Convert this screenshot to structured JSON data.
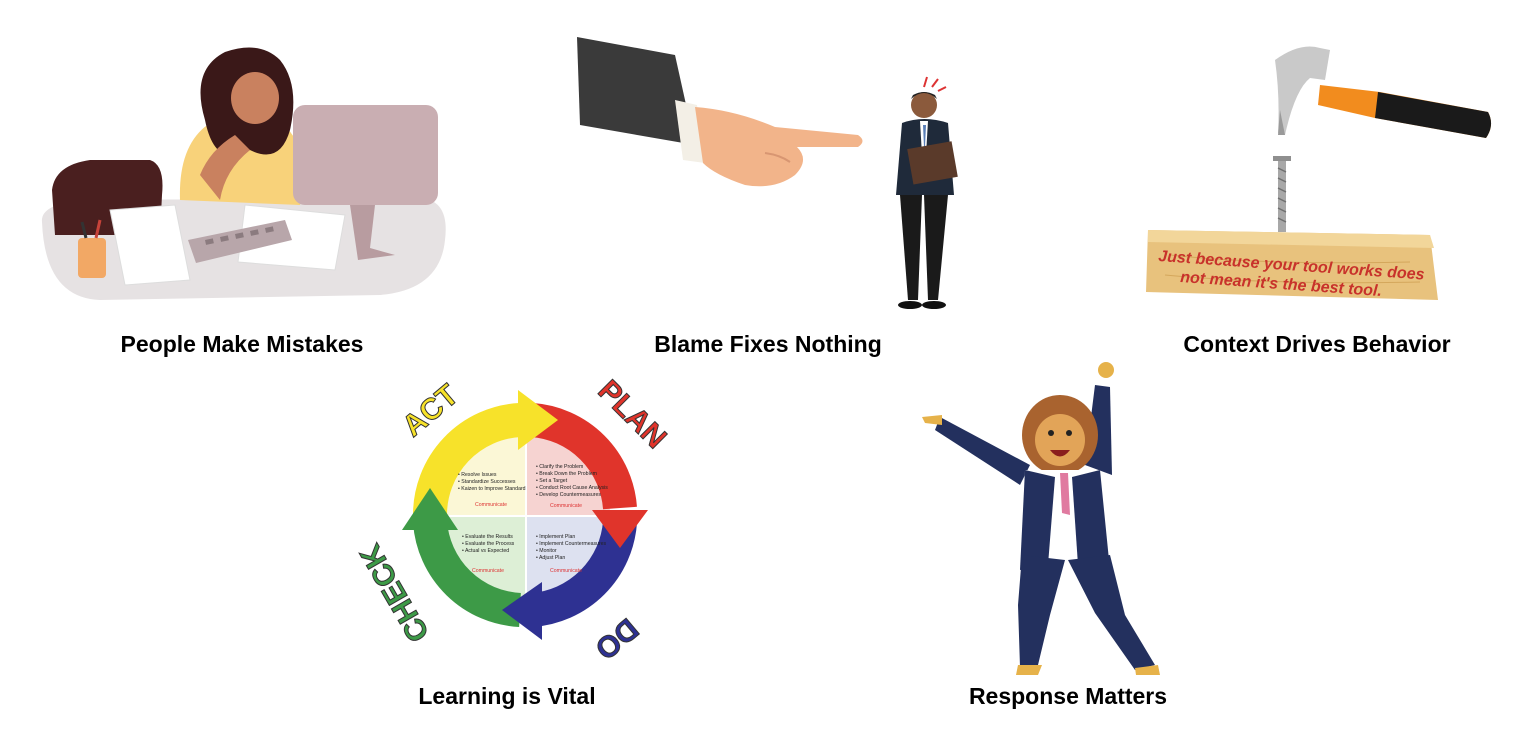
{
  "panels": {
    "people": {
      "caption": "People Make Mistakes"
    },
    "blame": {
      "caption": "Blame Fixes Nothing"
    },
    "context": {
      "caption": "Context Drives Behavior",
      "board_line1": "Just because your tool works does",
      "board_line2": "not mean it's the best tool."
    },
    "learning": {
      "caption": "Learning is Vital"
    },
    "response": {
      "caption": "Response Matters"
    }
  },
  "pdca": {
    "labels": {
      "act": "ACT",
      "plan": "PLAN",
      "do": "DO",
      "check": "CHECK"
    },
    "colors": {
      "act": "#f7e22a",
      "plan": "#e0342b",
      "do": "#2e3192",
      "check": "#3d9a47"
    },
    "act_items": [
      "Resolve Issues",
      "Standardize Successes",
      "Kaizen to Improve Standard"
    ],
    "plan_items": [
      "Clarify the Problem",
      "Break Down the Problem",
      "Set a Target",
      "Conduct Root Cause Analysis",
      "Develop Countermeasures"
    ],
    "check_items": [
      "Evaluate the Results",
      "Evaluate the Process",
      "Actual vs Expected"
    ],
    "do_items": [
      "Implement Plan",
      "Implement Countermeasures",
      "Monitor",
      "Adjust Plan"
    ],
    "communicate": "Communicate"
  }
}
